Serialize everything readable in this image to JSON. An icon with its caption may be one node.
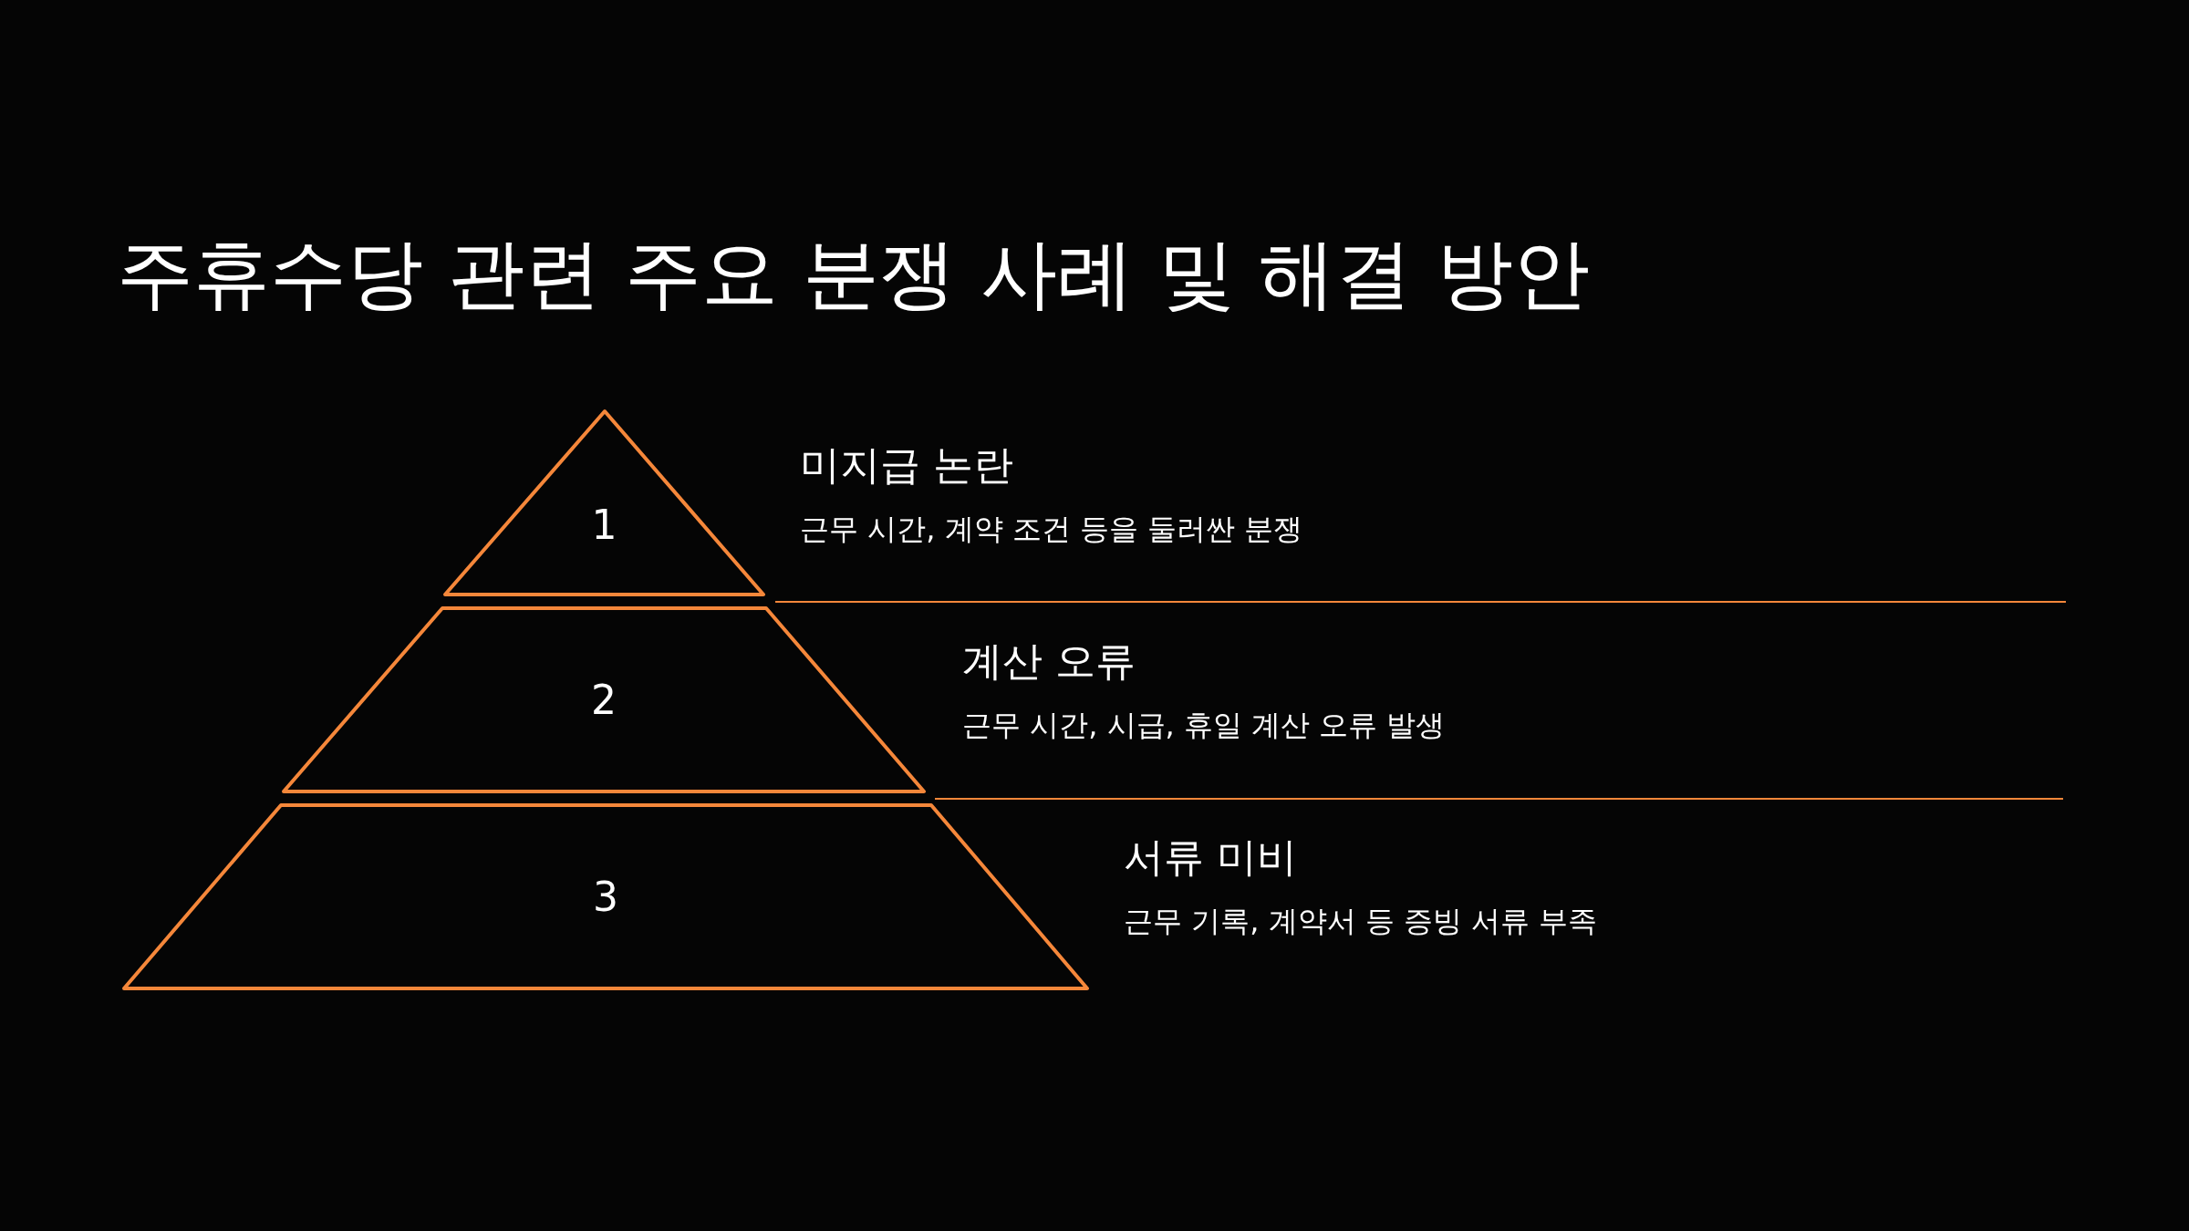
{
  "diagram": {
    "title": "주휴수당 관련 주요 분쟁 사례 및 해결 방안",
    "nodes": [
      {
        "text": [
          "1"
        ],
        "beside": [
          "미지급 논란",
          "근무 시간, 계약 조건 등을 둘러싼 분쟁"
        ]
      },
      {
        "text": [
          "2"
        ],
        "beside": [
          "계산 오류",
          "근무 시간, 시급, 휴일 계산 오류 발생"
        ]
      },
      {
        "text": [
          "3"
        ],
        "beside": [
          "서류 미비",
          "근무 기록, 계약서 등 증빙 서류 부족"
        ]
      }
    ]
  }
}
